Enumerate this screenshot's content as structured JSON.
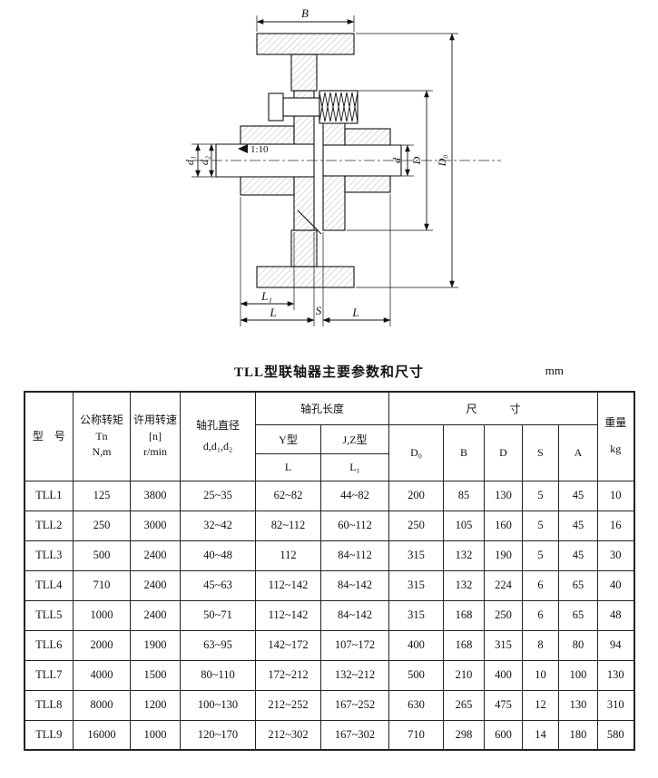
{
  "drawing": {
    "labels": {
      "B": "B",
      "D0": "D₀",
      "D": "D",
      "d": "d",
      "d1": "d₁",
      "d2": "d₂",
      "L1": "L₁",
      "L_left": "L",
      "S": "S",
      "L_right": "L",
      "taper": "1:10"
    }
  },
  "title": "TLL型联轴器主要参数和尺寸",
  "unit": "mm",
  "table": {
    "headers": {
      "model": "型　号",
      "torque": [
        "公称转矩",
        "Tn",
        "N,m"
      ],
      "speed": [
        "许用转速",
        "[n]",
        "r/min"
      ],
      "bore_dia": [
        "轴孔直径",
        "d,d₁,d₂"
      ],
      "bore_len": "轴孔长度",
      "y_type": "Y型",
      "jz_type": "J,Z型",
      "L": "L",
      "L1": "L₁",
      "dims": "尺　　　寸",
      "dim_cols": [
        "D₀",
        "B",
        "D",
        "S",
        "A"
      ],
      "weight": "重量",
      "weight_unit": "kg"
    },
    "rows": [
      [
        "TLL1",
        "125",
        "3800",
        "25~35",
        "62~82",
        "44~82",
        "200",
        "85",
        "130",
        "5",
        "45",
        "10"
      ],
      [
        "TLL2",
        "250",
        "3000",
        "32~42",
        "82~112",
        "60~112",
        "250",
        "105",
        "160",
        "5",
        "45",
        "16"
      ],
      [
        "TLL3",
        "500",
        "2400",
        "40~48",
        "112",
        "84~112",
        "315",
        "132",
        "190",
        "5",
        "45",
        "30"
      ],
      [
        "TLL4",
        "710",
        "2400",
        "45~63",
        "112~142",
        "84~142",
        "315",
        "132",
        "224",
        "6",
        "65",
        "40"
      ],
      [
        "TLL5",
        "1000",
        "2400",
        "50~71",
        "112~142",
        "84~142",
        "315",
        "168",
        "250",
        "6",
        "65",
        "48"
      ],
      [
        "TLL6",
        "2000",
        "1900",
        "63~95",
        "142~172",
        "107~172",
        "400",
        "168",
        "315",
        "8",
        "80",
        "94"
      ],
      [
        "TLL7",
        "4000",
        "1500",
        "80~110",
        "172~212",
        "132~212",
        "500",
        "210",
        "400",
        "10",
        "100",
        "130"
      ],
      [
        "TLL8",
        "8000",
        "1200",
        "100~130",
        "212~252",
        "167~252",
        "630",
        "265",
        "475",
        "12",
        "130",
        "310"
      ],
      [
        "TLL9",
        "16000",
        "1000",
        "120~170",
        "212~302",
        "167~302",
        "710",
        "298",
        "600",
        "14",
        "180",
        "580"
      ]
    ]
  }
}
